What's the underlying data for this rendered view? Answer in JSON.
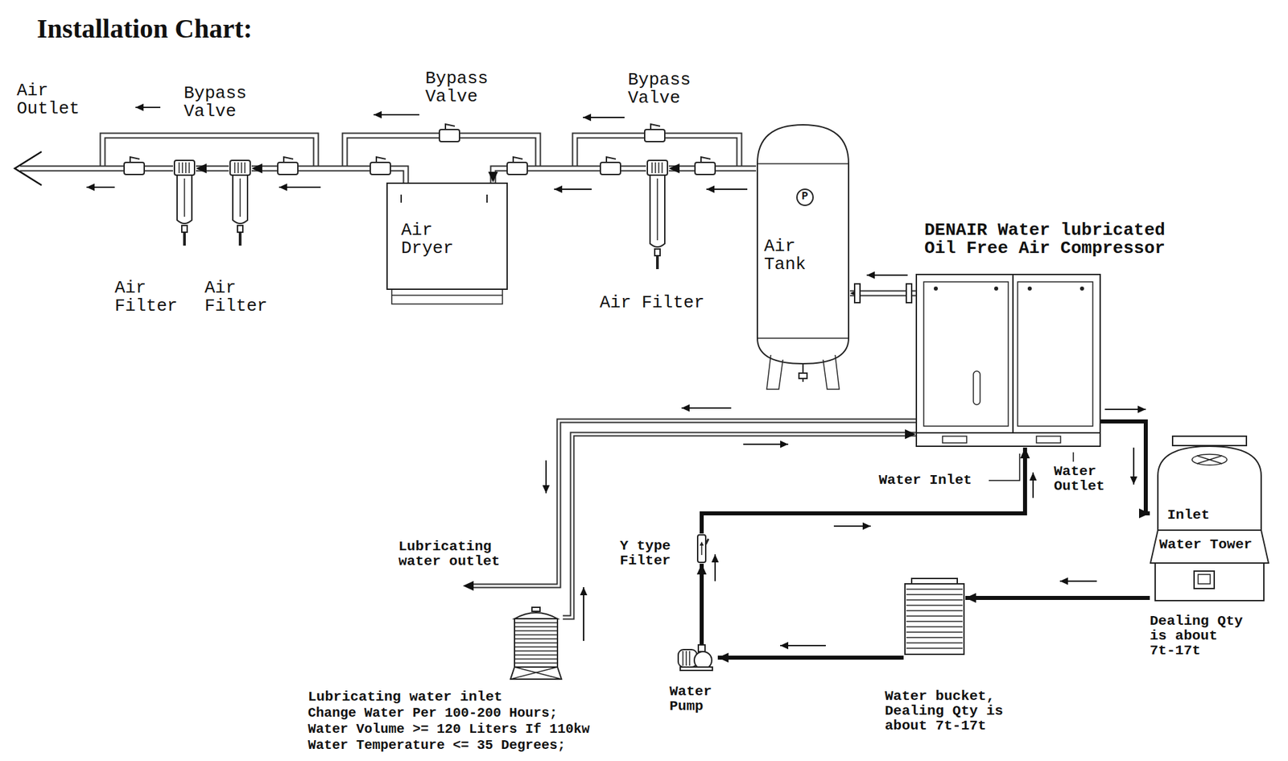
{
  "diagram": {
    "title": "Installation Chart:",
    "nodes": [
      {
        "text": [
          "Air Filter"
        ]
      },
      {
        "text": [
          "Air Filter"
        ]
      },
      {
        "text": [
          "Air Dryer"
        ]
      },
      {
        "text": [
          "Air Filter"
        ]
      },
      {
        "text": [
          "Air Tank"
        ]
      },
      {
        "text": [
          "DENAIR Water lubricated Oil Free Air Compressor"
        ]
      },
      {
        "text": [
          "Inlet",
          "Water Tower"
        ]
      },
      {
        "text": [
          "Water bucket, Dealing Qty is about 7t-17t"
        ]
      },
      {
        "text": [
          "Water Pump"
        ]
      },
      {
        "text": [
          "Y type Filter"
        ]
      },
      {
        "text": [
          "Lubricating water inlet"
        ]
      }
    ],
    "edges": [
      {
        "from": 5,
        "to": 4,
        "arrow": "to"
      },
      {
        "from": 4,
        "to": 3,
        "arrow": "to"
      },
      {
        "from": 3,
        "to": 2,
        "arrow": "to"
      },
      {
        "from": 2,
        "to": 1,
        "arrow": "to"
      },
      {
        "from": 1,
        "to": 0,
        "arrow": "to"
      },
      {
        "from": 5,
        "to": 6,
        "arrow": "to"
      },
      {
        "from": 6,
        "to": 7,
        "arrow": "to"
      },
      {
        "from": 7,
        "to": 8,
        "arrow": "to"
      },
      {
        "from": 8,
        "to": 9,
        "arrow": "to"
      },
      {
        "from": 9,
        "to": 5,
        "arrow": "to"
      },
      {
        "from": 10,
        "to": 5,
        "arrow": "to"
      }
    ],
    "labels": [
      "Air Outlet",
      "Bypass Valve",
      "Bypass Valve",
      "Bypass Valve",
      "P",
      "Water Inlet",
      "Water Outlet",
      "Lubricating water outlet",
      "Dealing Qty is about 7t-17t",
      "Change Water Per 100-200 Hours;",
      "Water Volume >= 120 Liters If 110kw",
      "Water Temperature <= 35 Degrees;"
    ]
  }
}
